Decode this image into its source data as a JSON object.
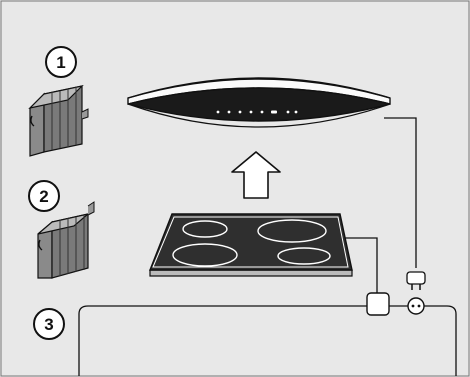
{
  "steps": [
    {
      "number": "1",
      "icon": "filter-module-icon"
    },
    {
      "number": "2",
      "icon": "filter-module-icon"
    },
    {
      "number": "3"
    }
  ],
  "devices": {
    "hood": "cooker-hood-icon",
    "cooktop": "cooktop-icon",
    "arrow": "up-arrow-icon",
    "plug": "power-plug-icon",
    "junction": "junction-box-icon",
    "socket": "power-socket-icon"
  },
  "colors": {
    "background": "#e8e8e8",
    "hood_body": "#1a1a1a",
    "panel": "#3a3a3a",
    "line": "#222222"
  }
}
